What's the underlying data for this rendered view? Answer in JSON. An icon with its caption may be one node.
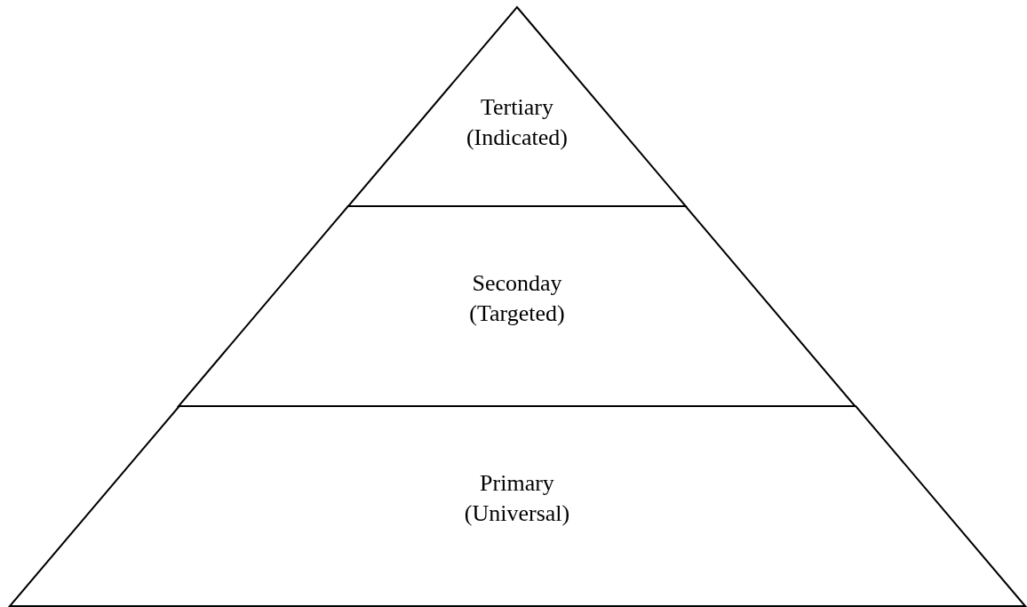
{
  "diagram": {
    "nodes": [
      {
        "text": [
          "Tertiary (Indicated)"
        ]
      },
      {
        "text": [
          "Seconday (Targeted)"
        ]
      },
      {
        "text": [
          "Primary (Universal)"
        ]
      }
    ]
  }
}
